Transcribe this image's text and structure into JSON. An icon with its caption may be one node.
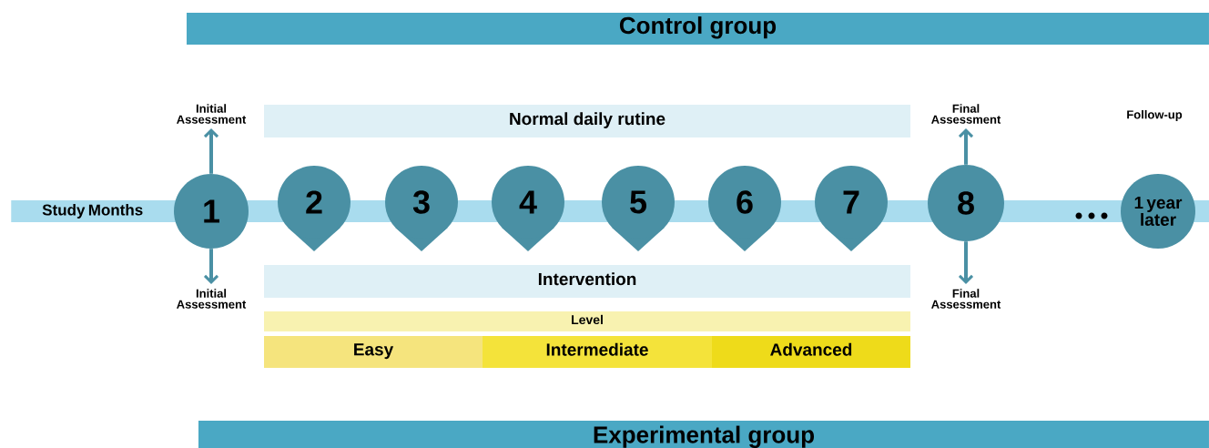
{
  "diagram": {
    "nodes": [
      {
        "text": [
          "Control group"
        ]
      },
      {
        "text": [
          "Study Months"
        ]
      },
      {
        "text": [
          "1"
        ]
      },
      {
        "text": [
          "2"
        ]
      },
      {
        "text": [
          "3"
        ]
      },
      {
        "text": [
          "4"
        ]
      },
      {
        "text": [
          "5"
        ]
      },
      {
        "text": [
          "6"
        ]
      },
      {
        "text": [
          "7"
        ]
      },
      {
        "text": [
          "8"
        ]
      },
      {
        "text": [
          "1 year later"
        ]
      },
      {
        "text": [
          "Initial Assessment"
        ]
      },
      {
        "text": [
          "Initial Assessment"
        ]
      },
      {
        "text": [
          "Final Assessment"
        ]
      },
      {
        "text": [
          "Final Assessment"
        ]
      },
      {
        "text": [
          "Normal daily rutine"
        ]
      },
      {
        "text": [
          "Intervention"
        ]
      },
      {
        "text": [
          "Level"
        ]
      },
      {
        "text": [
          "Easy"
        ]
      },
      {
        "text": [
          "Intermediate"
        ]
      },
      {
        "text": [
          "Advanced"
        ]
      },
      {
        "text": [
          "Experimental group"
        ]
      }
    ],
    "edges": [
      {
        "from": 2,
        "to": 11,
        "arrow": "to"
      },
      {
        "from": 2,
        "to": 12,
        "arrow": "to"
      },
      {
        "from": 9,
        "to": 13,
        "arrow": "to"
      },
      {
        "from": 9,
        "to": 14,
        "arrow": "to"
      }
    ],
    "labels": [
      "Follow-up"
    ]
  }
}
